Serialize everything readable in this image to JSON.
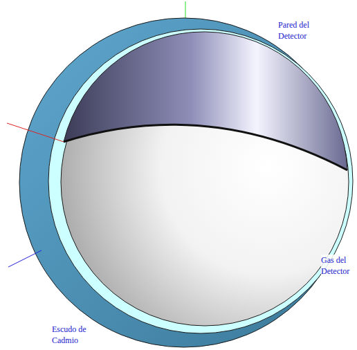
{
  "diagram": {
    "labels": [
      "Pared del Detector",
      "Gas del Detector",
      "Escudo de Cadmio"
    ]
  }
}
